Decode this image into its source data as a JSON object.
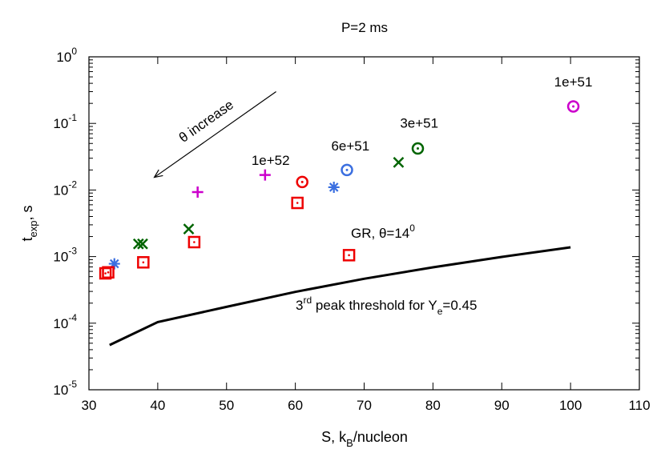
{
  "chart_data": {
    "type": "scatter",
    "title": "P=2 ms",
    "xlabel": {
      "main": "S, k",
      "sub": "B",
      "rest": "/nucleon"
    },
    "ylabel": {
      "main": "t",
      "sub": "exp",
      "rest": ", s"
    },
    "xlim": [
      30,
      110
    ],
    "ylim": [
      1e-05,
      1
    ],
    "yscale": "log",
    "grid": false,
    "xticks": [
      30,
      40,
      50,
      60,
      70,
      80,
      90,
      100,
      110
    ],
    "yticks": [
      {
        "value": 1e-05,
        "base": "10",
        "exp": "-5"
      },
      {
        "value": 0.0001,
        "base": "10",
        "exp": "-4"
      },
      {
        "value": 0.001,
        "base": "10",
        "exp": "-3"
      },
      {
        "value": 0.01,
        "base": "10",
        "exp": "-2"
      },
      {
        "value": 0.1,
        "base": "10",
        "exp": "-1"
      },
      {
        "value": 1,
        "base": "10",
        "exp": "0"
      }
    ],
    "series": [
      {
        "marker": "circle-dot",
        "color": "#cc00cc",
        "points": [
          [
            100.4,
            0.18
          ]
        ]
      },
      {
        "marker": "circle-dot",
        "color": "#006400",
        "points": [
          [
            77.8,
            0.042
          ]
        ]
      },
      {
        "marker": "circle-dot",
        "color": "#3b6fe0",
        "points": [
          [
            67.5,
            0.02
          ]
        ]
      },
      {
        "marker": "circle-dot",
        "color": "#ee0000",
        "points": [
          [
            61.0,
            0.0132
          ]
        ]
      },
      {
        "marker": "x",
        "color": "#006400",
        "points": [
          [
            75.0,
            0.026
          ],
          [
            44.5,
            0.0026
          ],
          [
            37.2,
            0.00155
          ],
          [
            37.8,
            0.00155
          ]
        ]
      },
      {
        "marker": "plus",
        "color": "#cc00cc",
        "points": [
          [
            55.6,
            0.0168
          ],
          [
            45.8,
            0.0093
          ]
        ]
      },
      {
        "marker": "star",
        "color": "#3b6fe0",
        "points": [
          [
            65.6,
            0.011
          ],
          [
            33.7,
            0.00078
          ]
        ]
      },
      {
        "marker": "square-dot",
        "color": "#ee0000",
        "points": [
          [
            60.3,
            0.0064
          ],
          [
            45.3,
            0.00165
          ],
          [
            37.9,
            0.00082
          ],
          [
            67.8,
            0.00105
          ],
          [
            32.8,
            0.00058
          ],
          [
            32.4,
            0.00056
          ]
        ]
      }
    ],
    "threshold_curve": {
      "color": "#000000",
      "points": [
        [
          33,
          4.7e-05
        ],
        [
          40,
          0.000104
        ],
        [
          50,
          0.000176
        ],
        [
          60,
          0.000295
        ],
        [
          70,
          0.000465
        ],
        [
          80,
          0.00069
        ],
        [
          90,
          0.00099
        ],
        [
          100,
          0.00138
        ]
      ]
    },
    "annotations": [
      {
        "key": "a_1e51",
        "text": "1e+51",
        "at": [
          100.4,
          0.36
        ]
      },
      {
        "key": "a_3e51",
        "text": "3e+51",
        "at": [
          78.0,
          0.086
        ]
      },
      {
        "key": "a_6e51",
        "text": "6e+51",
        "at": [
          68.0,
          0.039
        ]
      },
      {
        "key": "a_1e52",
        "text": "1e+52",
        "at": [
          56.4,
          0.024
        ]
      }
    ],
    "gr_label": {
      "prefix": "GR, θ=14",
      "sup": "0"
    },
    "threshold_label": {
      "pre": "3",
      "sup": "rd",
      "mid": " peak threshold for Y",
      "sub": "e",
      "post": "=0.45"
    },
    "arrow_label": "θ increase",
    "arrow": {
      "from": [
        57.2,
        0.3
      ],
      "to": [
        39.5,
        0.0155
      ]
    }
  }
}
